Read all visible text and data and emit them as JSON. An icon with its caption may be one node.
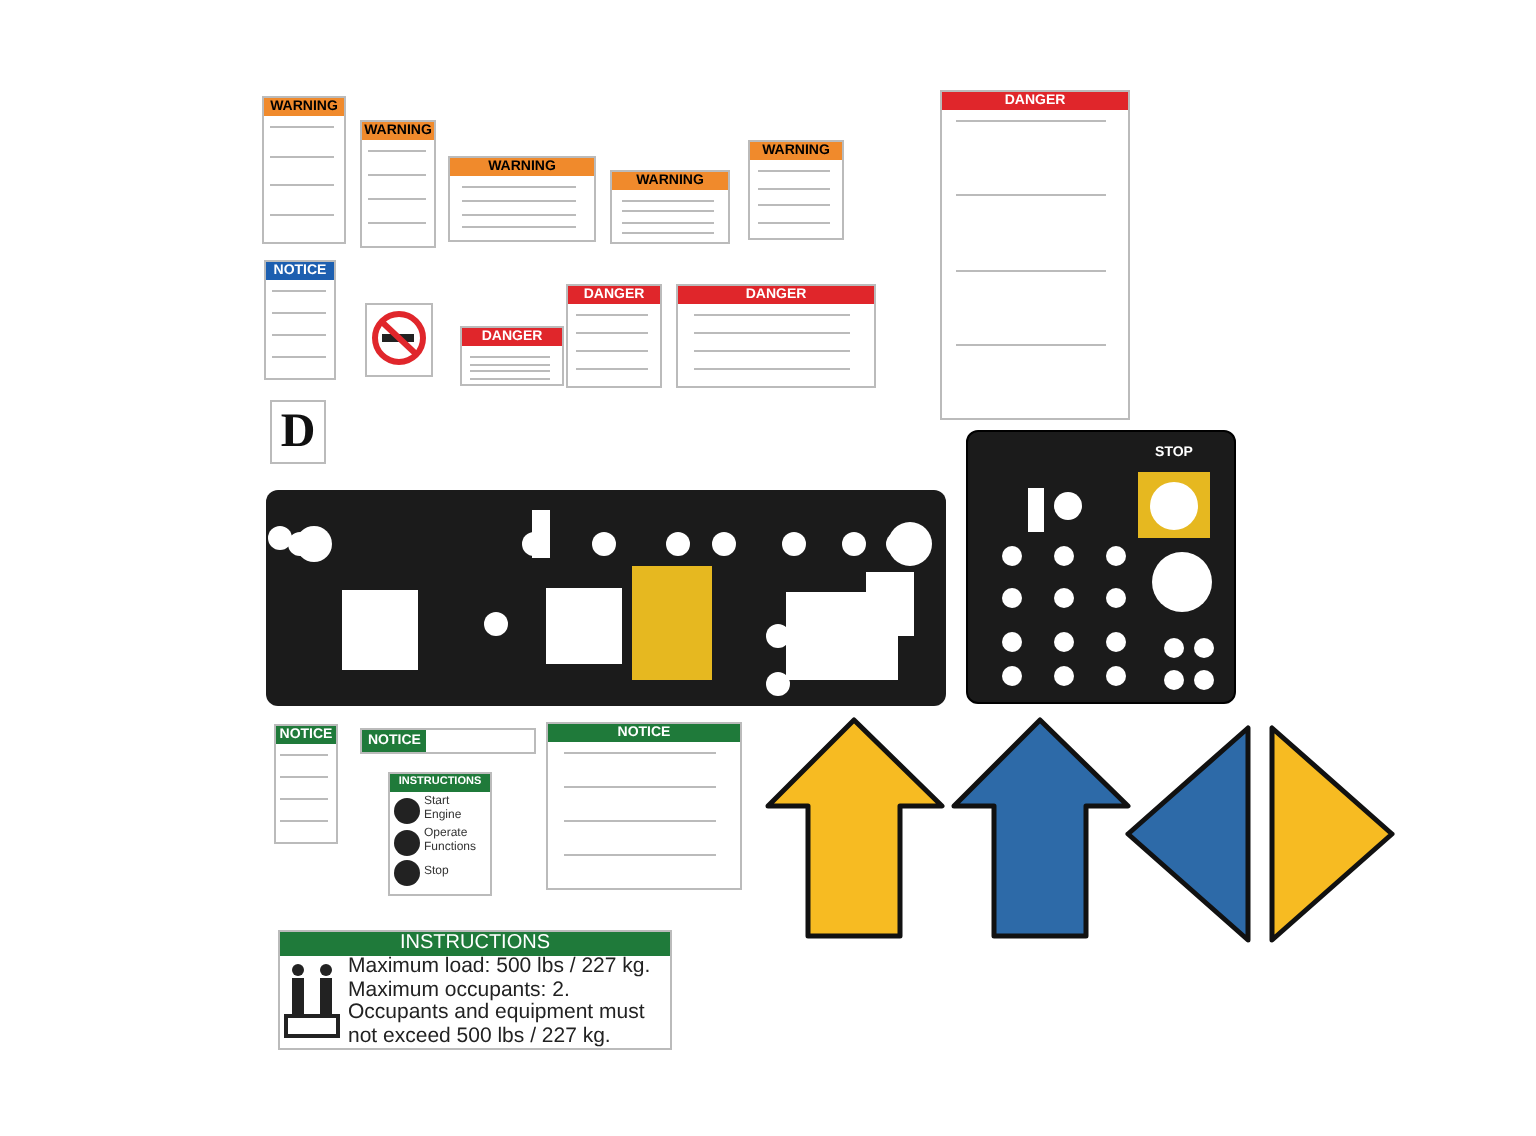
{
  "diagram": {
    "nodes": [
      {
        "text": [
          "WARNING"
        ]
      },
      {
        "text": [
          "WARNING"
        ]
      },
      {
        "text": [
          "WARNING"
        ]
      },
      {
        "text": [
          "WARNING"
        ]
      },
      {
        "text": [
          "WARNING"
        ]
      },
      {
        "text": [
          "DANGER"
        ]
      },
      {
        "text": [
          "NOTICE"
        ]
      },
      {
        "text": [
          "DANGER"
        ]
      },
      {
        "text": [
          "DANGER"
        ]
      },
      {
        "text": [
          "DANGER"
        ]
      },
      {
        "text": [
          "D"
        ]
      },
      {
        "text": [
          "STOP"
        ]
      },
      {
        "text": [
          "NOTICE"
        ]
      },
      {
        "text": [
          "NOTICE"
        ]
      },
      {
        "text": [
          "INSTRUCTIONS",
          "Start Engine",
          "Operate Functions",
          "Stop"
        ]
      },
      {
        "text": [
          "NOTICE"
        ]
      },
      {
        "text": [
          "INSTRUCTIONS",
          "Maximum load: 500 lbs / 227 kg. Maximum occupants: 2. Occupants and equipment must not exceed 500 lbs / 227 kg."
        ]
      },
      {
        "text": [],
        "shape": "arrow"
      },
      {
        "text": [],
        "shape": "arrow"
      },
      {
        "text": [],
        "shape": "triangle"
      },
      {
        "text": [],
        "shape": "triangle"
      }
    ]
  }
}
